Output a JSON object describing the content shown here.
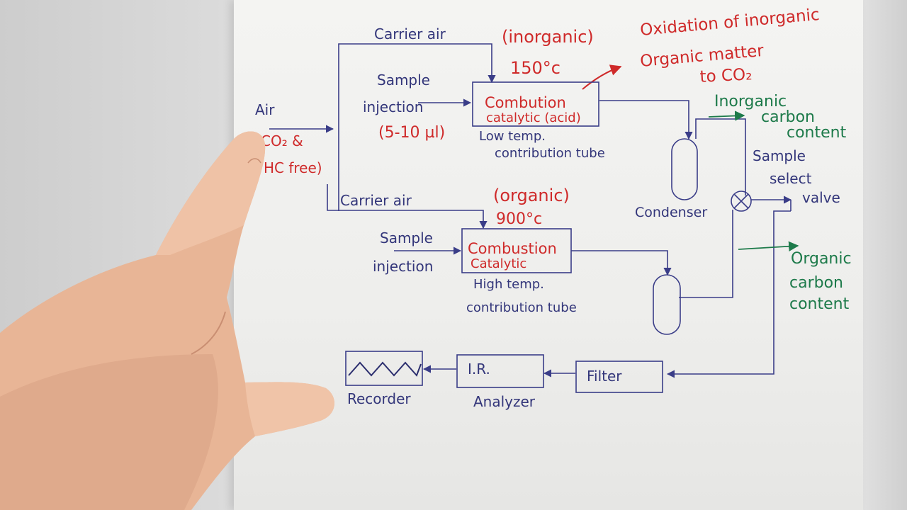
{
  "diagram": {
    "air": "Air",
    "air_note_line1": "CO₂ &",
    "air_note_line2": "HC free)",
    "carrier_air_top": "Carrier air",
    "carrier_air_bottom": "Carrier air",
    "inorganic_label": "(inorganic)",
    "inorganic_temp": "150°c",
    "oxidation_line1": "Oxidation of inorganic",
    "oxidation_line2": "Organic matter",
    "oxidation_line3": "to CO₂",
    "sample_top": "Sample",
    "injection_top": "injection",
    "volume": "(5-10 µl)",
    "combustion_top_line1": "Combution",
    "combustion_top_line2": "catalytic (acid)",
    "low_temp_line1": "Low temp.",
    "low_temp_line2": "contribution tube",
    "condenser": "Condenser",
    "inorganic_carbon_line1": "Inorganic",
    "inorganic_carbon_line2": "carbon",
    "inorganic_carbon_line3": "content",
    "sample_select_line1": "Sample",
    "sample_select_line2": "select",
    "sample_select_line3": "valve",
    "organic_label": "(organic)",
    "organic_temp": "900°c",
    "sample_bottom": "Sample",
    "injection_bottom": "injection",
    "combustion_bottom_line1": "Combustion",
    "combustion_bottom_line2": "Catalytic",
    "high_temp_line1": "High temp.",
    "high_temp_line2": "contribution tube",
    "organic_carbon_line1": "Organic",
    "organic_carbon_line2": "carbon",
    "organic_carbon_line3": "content",
    "recorder": "Recorder",
    "ir": "I.R.",
    "analyzer": "Analyzer",
    "filter": "Filter"
  },
  "colors": {
    "ink": "#33367a",
    "red": "#cf2a2a",
    "green": "#1d7a4a"
  }
}
